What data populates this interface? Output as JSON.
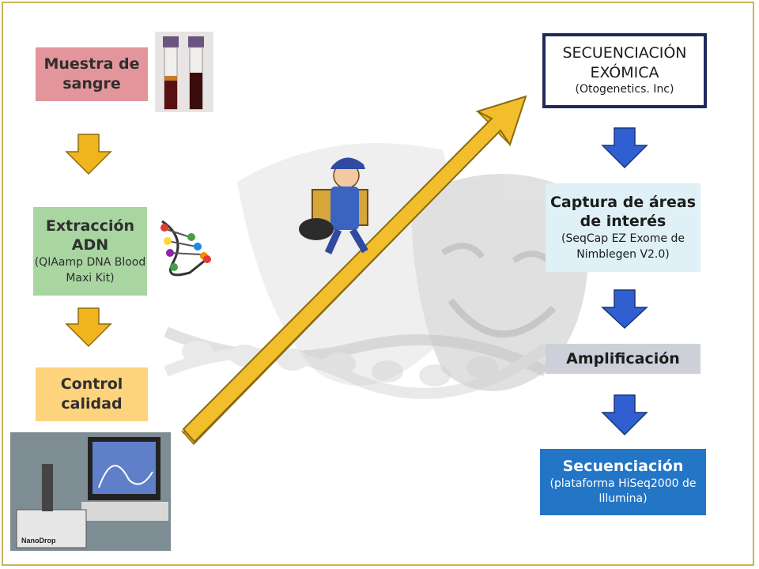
{
  "left_column": [
    {
      "title": "Muestra de sangre",
      "subtitle": ""
    },
    {
      "title": "Extracción ADN",
      "subtitle": "(QIAamp DNA Blood Maxi Kit)"
    },
    {
      "title": "Control calidad",
      "subtitle": ""
    }
  ],
  "right_column": [
    {
      "title": "SECUENCIACIÓN EXÓMICA",
      "subtitle": "(Otogenetics. Inc)"
    },
    {
      "title": "Captura de áreas de interés",
      "subtitle": "(SeqCap EZ Exome de Nimblegen V2.0)"
    },
    {
      "title": "Amplificación",
      "subtitle": ""
    },
    {
      "title": "Secuenciación",
      "subtitle": "(plataforma HiSeq2000 de Illumina)"
    }
  ],
  "device_label": "NanoDrop",
  "colors": {
    "pink": "#e3959c",
    "green": "#a8d5a0",
    "yellow": "#fdd37e",
    "navy_border": "#1f2a5a",
    "light_blue": "#dff0f6",
    "grey": "#cdd0d8",
    "blue": "#2375c6",
    "arrow_yellow": "#f0b51c",
    "arrow_blue": "#2f5fd0"
  },
  "icons": [
    "blood-tubes-photo",
    "dna-helix-icon",
    "mail-carrier-icon",
    "theatre-mask-icon",
    "nanodrop-photo"
  ]
}
